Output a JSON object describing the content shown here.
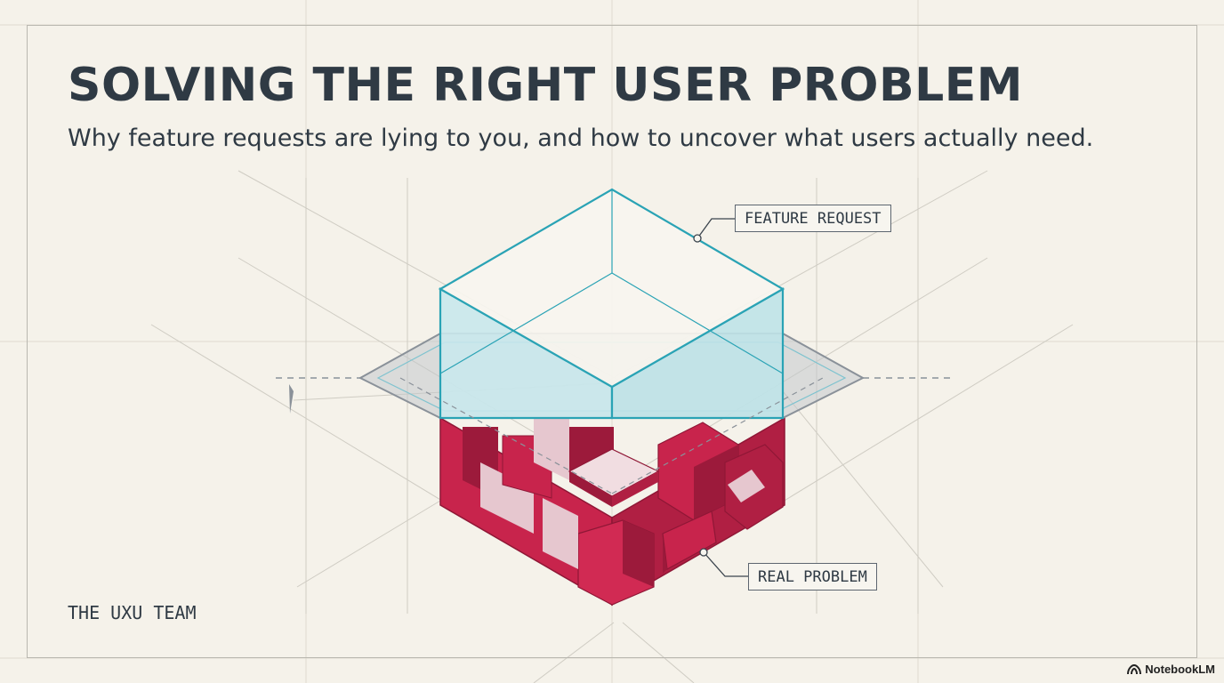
{
  "slide": {
    "title": "SOLVING THE RIGHT USER PROBLEM",
    "subtitle": "Why feature requests are lying to you, and how to uncover what users actually need.",
    "author": "THE UXU TEAM"
  },
  "diagram": {
    "labels": {
      "feature_request": "FEATURE REQUEST",
      "real_problem": "REAL PROBLEM"
    }
  },
  "branding": {
    "name": "NotebookLM",
    "icon": "notebooklm-logo-icon"
  },
  "colors": {
    "background": "#f5f2ea",
    "text": "#2f3a44",
    "feature_box_stroke": "#2aa3b5",
    "feature_box_fill": "#c9e8ec",
    "problem_fill": "#c8244c",
    "problem_dark": "#9c1a3b",
    "problem_light": "#e6c7cf",
    "plane_stroke": "#8a9199"
  }
}
